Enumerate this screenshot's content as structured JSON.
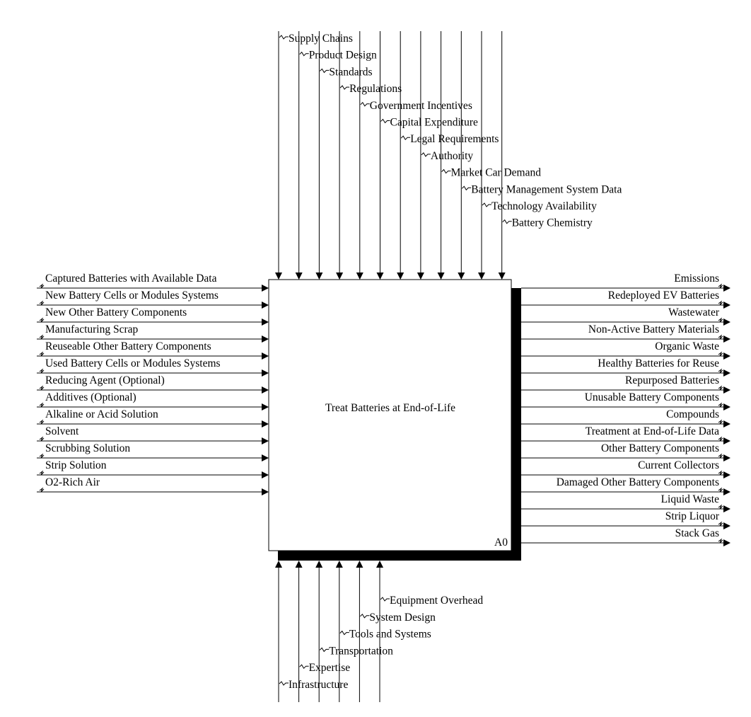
{
  "activity": {
    "title": "Treat Batteries at End-of-Life",
    "node": "A0"
  },
  "controls": [
    "Supply Chains",
    "Product Design",
    "Standards",
    "Regulations",
    "Government Incentives",
    "Capital Expenditure",
    "Legal Requirements",
    "Authority",
    "Market Car Demand",
    "Battery Management System Data",
    "Technology Availability",
    "Battery Chemistry"
  ],
  "inputs": [
    "Captured Batteries with Available Data",
    "New Battery Cells or Modules Systems",
    "New Other Battery Components",
    "Manufacturing Scrap",
    "Reuseable Other Battery Components",
    "Used Battery Cells or Modules Systems",
    "Reducing Agent (Optional)",
    "Additives (Optional)",
    "Alkaline or Acid Solution",
    "Solvent",
    "Scrubbing Solution",
    "Strip Solution",
    "O2-Rich Air"
  ],
  "outputs": [
    "Emissions",
    "Redeployed EV Batteries",
    "Wastewater",
    "Non-Active Battery Materials",
    "Organic Waste",
    "Healthy Batteries for Reuse",
    "Repurposed Batteries",
    "Unusable Battery Components",
    "Compounds",
    "Treatment at End-of-Life Data",
    "Other Battery Components",
    "Current Collectors",
    "Damaged Other Battery Components",
    "Liquid Waste",
    "Strip Liquor",
    "Stack Gas"
  ],
  "mechanisms": [
    "Infrastructure",
    "Expertise",
    "Transportation",
    "Tools and Systems",
    "System Design",
    "Equipment Overhead"
  ]
}
